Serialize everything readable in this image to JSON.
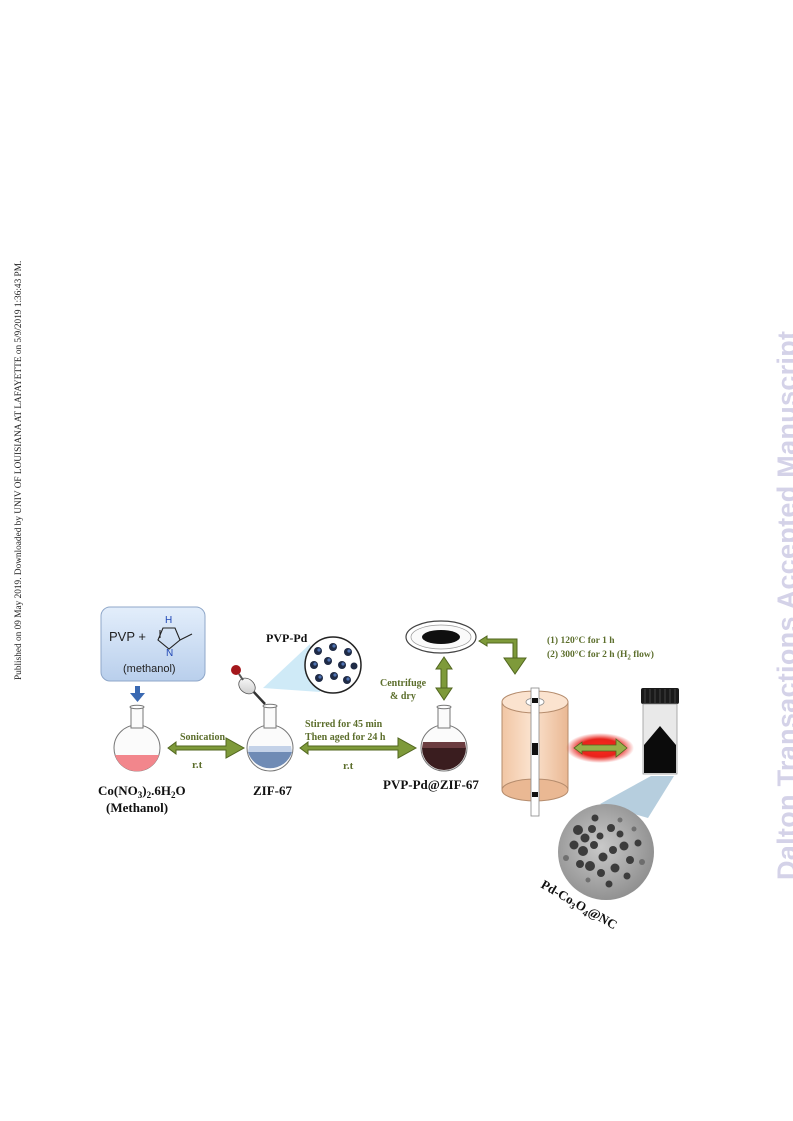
{
  "page": {
    "side_note": "Published on 09 May 2019. Downloaded by UNIV OF LOUISIANA AT LAFAYETTE on 5/9/2019 1:36:43 PM.",
    "watermark": "Dalton Transactions Accepted Manuscript"
  },
  "scheme": {
    "reagent_box": {
      "pvp": "PVP +",
      "h": "H",
      "n": "N",
      "solvent": "(methanol)"
    },
    "flask1_label": [
      "Co(NO",
      "3",
      ")",
      "2",
      ".6H",
      "2",
      "O"
    ],
    "flask1_sub": "(Methanol)",
    "step1": {
      "top": "Sonication",
      "bottom": "r.t"
    },
    "flask2_label": "ZIF-67",
    "pvp_pd": "PVP-Pd",
    "step2": {
      "line1": "Stirred for 45 min",
      "line2": "Then aged for 24 h",
      "bottom": "r.t"
    },
    "flask3_label": "PVP-Pd@ZIF-67",
    "centrifuge": [
      "Centrifuge",
      "& dry"
    ],
    "anneal": {
      "line1": "(1) 120°C for 1 h",
      "line2_a": "(2) 300°C for 2 h (H",
      "line2_sub": "2",
      "line2_b": " flow)"
    },
    "product": [
      "Pd-Co",
      "3",
      "O",
      "4",
      "@NC"
    ]
  },
  "colors": {
    "arrow_green": "#6b8a2a",
    "reagent_box": "#cfe0f5",
    "furnace": "#f7d7bd",
    "pink_solution": "#f2868c",
    "blue_solution": "#6f8bb5",
    "dark_solution": "#3a1d1f",
    "red_glow": "#e8231c",
    "nitrogen_blue": "#1f46b5"
  }
}
